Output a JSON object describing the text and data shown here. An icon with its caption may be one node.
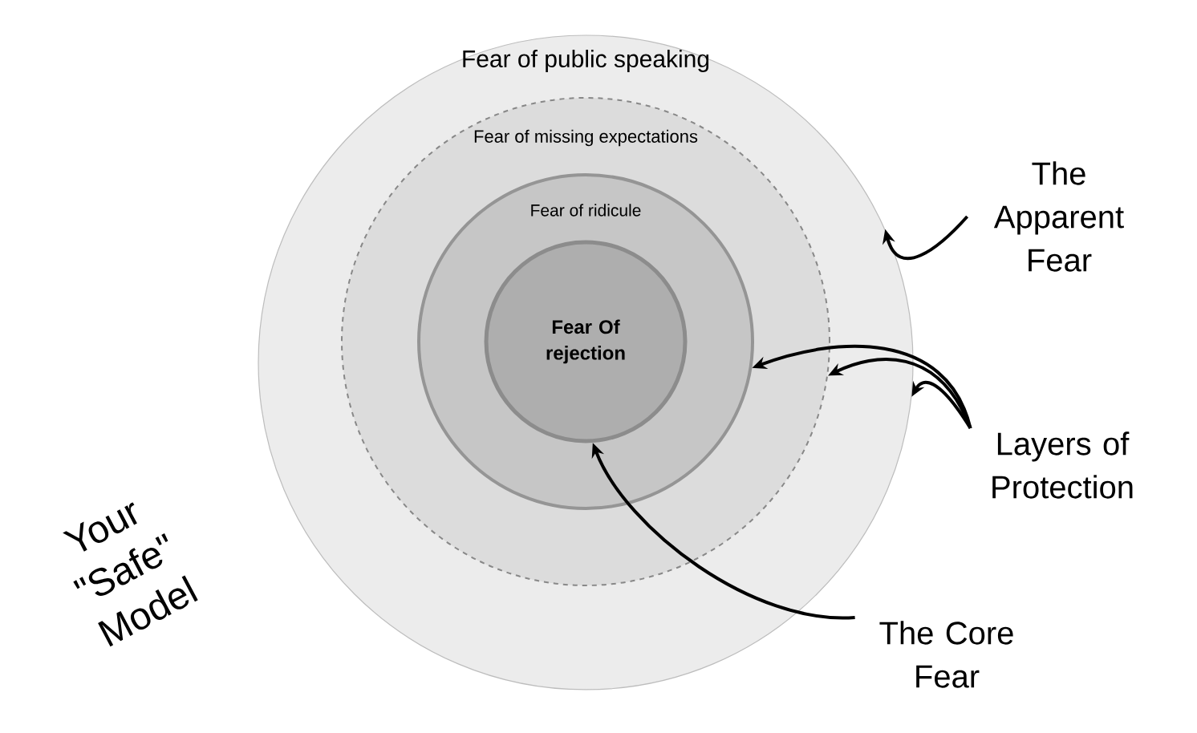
{
  "diagram": {
    "nodes": [
      {
        "text": [
          "Fear of public speaking"
        ]
      },
      {
        "text": [
          "Fear of missing expectations"
        ],
        "in": 0
      },
      {
        "text": [
          "Fear of ridicule"
        ],
        "in": 1
      },
      {
        "text": [
          "Fear Of rejection"
        ],
        "in": 2
      },
      {
        "text": [
          "The Apparent Fear"
        ]
      },
      {
        "text": [
          "Layers of Protection"
        ]
      },
      {
        "text": [
          "The Core Fear"
        ]
      }
    ],
    "edges": [
      {
        "from": 4,
        "to": 0,
        "arrow": "to"
      },
      {
        "from": 5,
        "to": 2,
        "arrow": "to"
      },
      {
        "from": 5,
        "to": 1,
        "arrow": "to"
      },
      {
        "from": 5,
        "to": 0,
        "arrow": "to"
      },
      {
        "from": 6,
        "to": 3,
        "arrow": "to"
      }
    ],
    "labels": [
      "Your \"Safe\" Model"
    ]
  }
}
